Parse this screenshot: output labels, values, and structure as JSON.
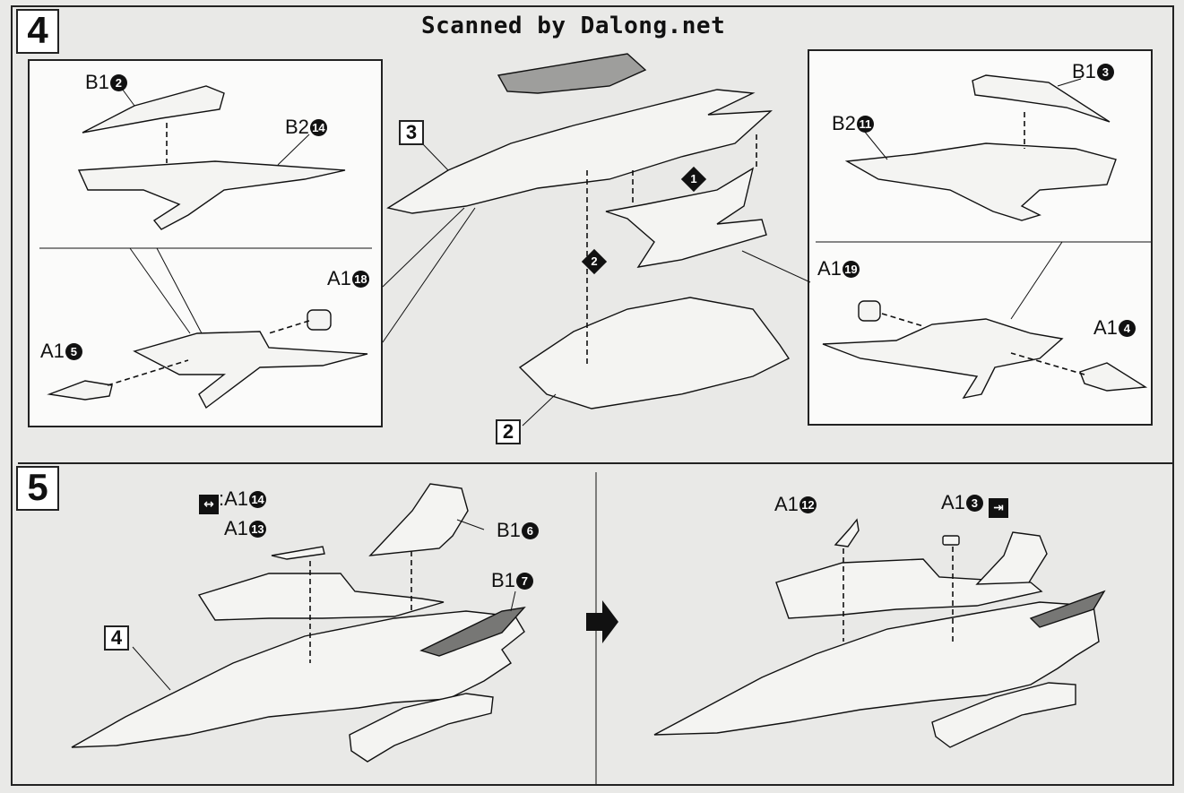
{
  "watermark": "Scanned by Dalong.net",
  "step4": {
    "number": "4",
    "left_inset": {
      "b1": "B1",
      "b1_circ": "2",
      "b2": "B2",
      "b2_circ": "14",
      "a1_top": "A1",
      "a1_top_circ": "18",
      "a1_bottom": "A1",
      "a1_bottom_circ": "5"
    },
    "center": {
      "sub3": "3",
      "sub2": "2",
      "seq1": "1",
      "seq2": "2"
    },
    "right_inset": {
      "b1": "B1",
      "b1_circ": "3",
      "b2": "B2",
      "b2_circ": "11",
      "a1_left": "A1",
      "a1_left_circ": "19",
      "a1_right": "A1",
      "a1_right_circ": "4"
    }
  },
  "step5": {
    "number": "5",
    "left": {
      "swap_label": "A1",
      "swap_circ": "14",
      "a13": "A1",
      "a13_circ": "13",
      "b16": "B1",
      "b16_circ": "6",
      "b17": "B1",
      "b17_circ": "7",
      "sub4": "4"
    },
    "right": {
      "a12": "A1",
      "a12_circ": "12",
      "a3": "A1",
      "a3_circ": "3"
    }
  },
  "colors": {
    "paper": "#e9e9e7",
    "ink": "#111111",
    "part_fill": "#f4f4f2",
    "shade": "#bdbdbb"
  }
}
